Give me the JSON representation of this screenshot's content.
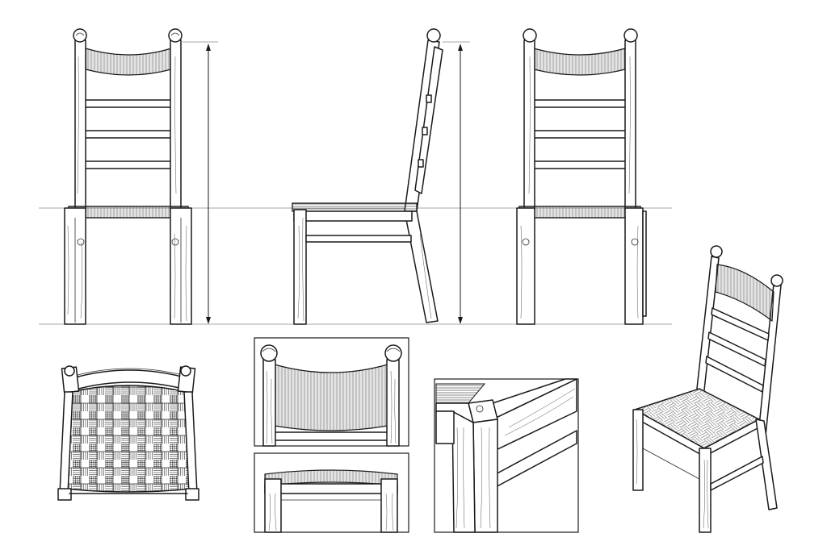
{
  "sheet": {
    "views": [
      "front-view",
      "side-view",
      "back-view",
      "perspective-view",
      "seat-top-view",
      "backrest-detail",
      "seat-rail-detail",
      "joint-detail"
    ],
    "colors": {
      "line": "#1a1a1a",
      "paper": "#ffffff",
      "reference": "#8a8a8a"
    }
  }
}
